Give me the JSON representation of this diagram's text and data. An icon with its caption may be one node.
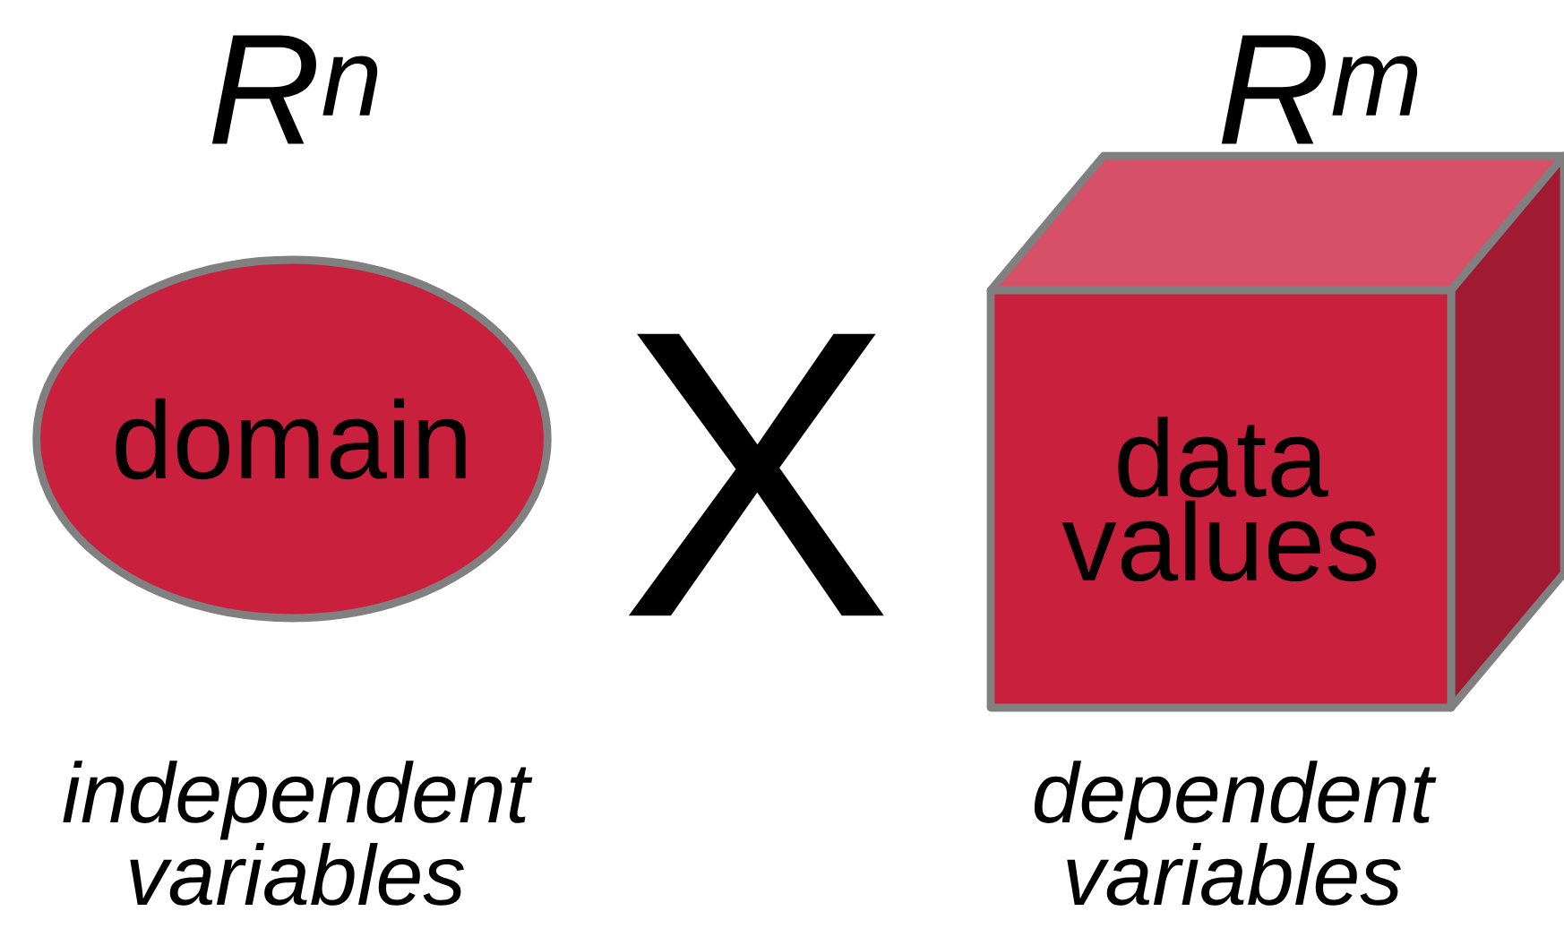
{
  "diagram": {
    "nodes": [
      {
        "text": [
          "R$^{n}$",
          "domain"
        ],
        "beside": [
          "independent variables"
        ]
      },
      {
        "text": [
          "R$^{m}$",
          "data values"
        ],
        "beside": [
          "dependent variables"
        ]
      }
    ],
    "edges": [],
    "labels": [
      "X"
    ]
  }
}
